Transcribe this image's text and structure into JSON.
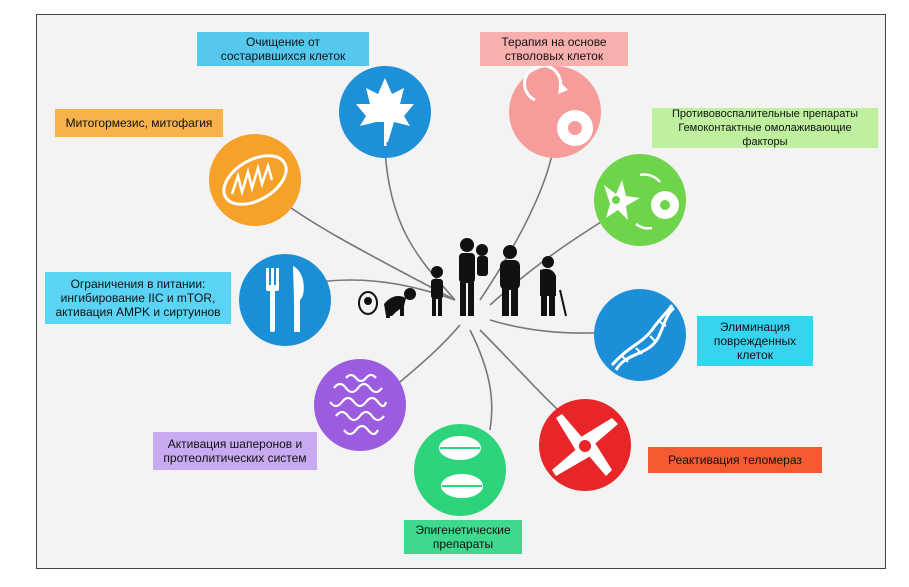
{
  "labels": {
    "senescent": [
      "Очищение от",
      "состарившихся клеток"
    ],
    "stem": [
      "Терапия на основе",
      "стволовых клеток"
    ],
    "antiinflam": [
      "Противовоспалительные препараты",
      "Гемоконтактные омолаживающие факторы"
    ],
    "mito": [
      "Митогормезис, митофагия"
    ],
    "diet": [
      "Ограничения в питании:",
      "ингибирование IIC и mTOR,",
      "активация AMPK и сиртуинов"
    ],
    "dna": [
      "Элиминация",
      "поврежденных",
      "клеток"
    ],
    "chaperone": [
      "Активация шаперонов и",
      "протеолитических систем"
    ],
    "telomerase": [
      "Реактивация теломераз"
    ],
    "epigenetic": [
      "Эпигенетические",
      "препараты"
    ]
  },
  "colors": {
    "senescent": "#1e90d8",
    "senescent_label": "#56c8ee",
    "stem": "#f69c9a",
    "stem_label": "#f7b0ae",
    "antiinflam": "#6ed44a",
    "antiinflam_label": "#bff0a0",
    "mito": "#f6a12a",
    "mito_label": "#f8b24a",
    "diet": "#1a8fd6",
    "diet_label": "#5ad3f5",
    "dna": "#1c8fd8",
    "dna_label": "#36d4ef",
    "chaperone": "#9c5ce0",
    "chaperone_label": "#c8aaf0",
    "telomerase": "#e8262a",
    "telomerase_label": "#f45a32",
    "epigenetic": "#2ed47c",
    "epigenetic_label": "#3ed88e",
    "branch": "#777777",
    "figures": "#111111"
  },
  "icons": {
    "senescent": "maple-leaf-icon",
    "stem": "stem-cell-icon",
    "antiinflam": "anti-inflammatory-cell-icon",
    "mito": "mitochondrion-icon",
    "diet": "fork-knife-icon",
    "dna": "dna-helix-icon",
    "chaperone": "protein-structure-icon",
    "telomerase": "chromosome-icon",
    "epigenetic": "pills-icon",
    "center": "human-aging-stages-icon"
  }
}
